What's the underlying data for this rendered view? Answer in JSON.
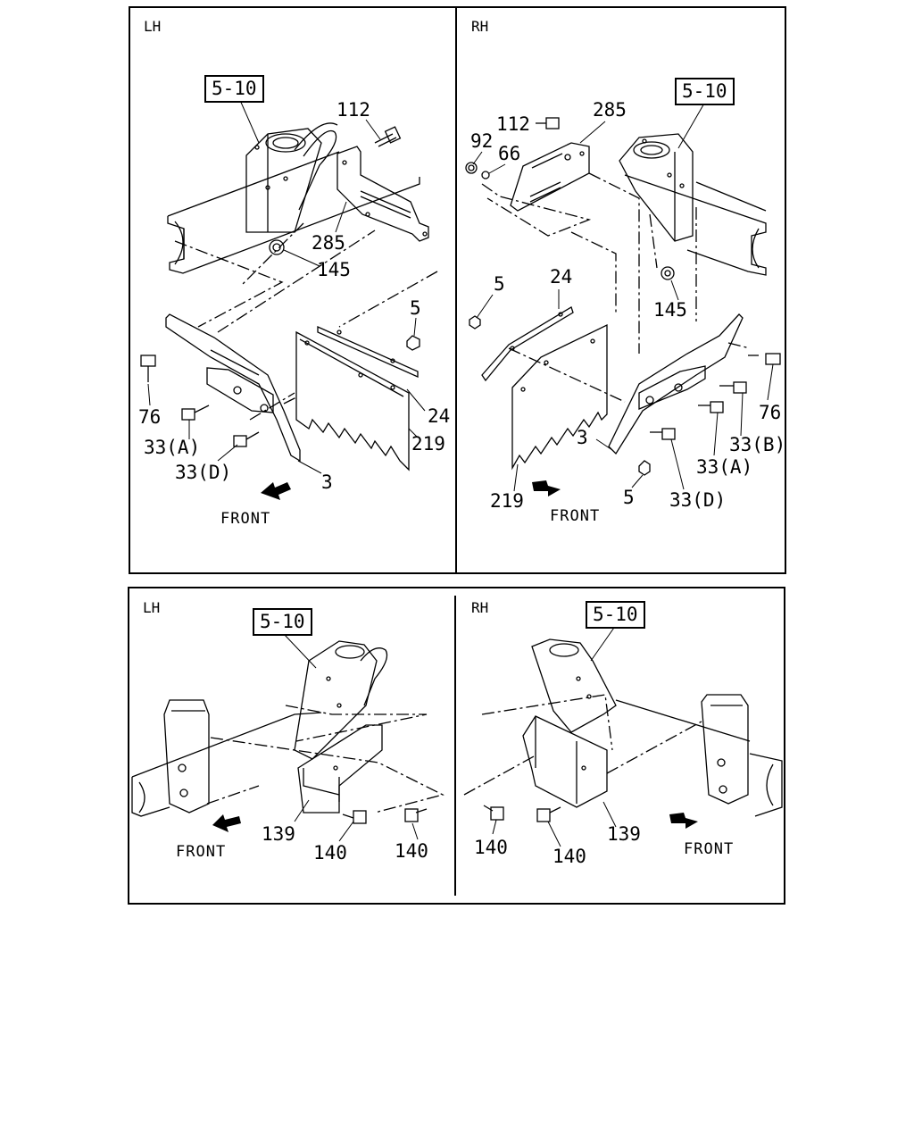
{
  "top_lh": {
    "side": "LH",
    "ref": "5-10",
    "front": "FRONT",
    "callouts": [
      "112",
      "285",
      "145",
      "5",
      "76",
      "33(A)",
      "33(D)",
      "3",
      "24",
      "219"
    ]
  },
  "top_rh": {
    "side": "RH",
    "ref": "5-10",
    "front": "FRONT",
    "callouts": [
      "112",
      "285",
      "92",
      "66",
      "145",
      "5",
      "24",
      "76",
      "33(B)",
      "33(A)",
      "33(D)",
      "3",
      "5",
      "219"
    ]
  },
  "bottom_lh": {
    "side": "LH",
    "ref": "5-10",
    "front": "FRONT",
    "callouts": [
      "139",
      "140",
      "140"
    ]
  },
  "bottom_rh": {
    "side": "RH",
    "ref": "5-10",
    "front": "FRONT",
    "callouts": [
      "140",
      "140",
      "139"
    ]
  }
}
